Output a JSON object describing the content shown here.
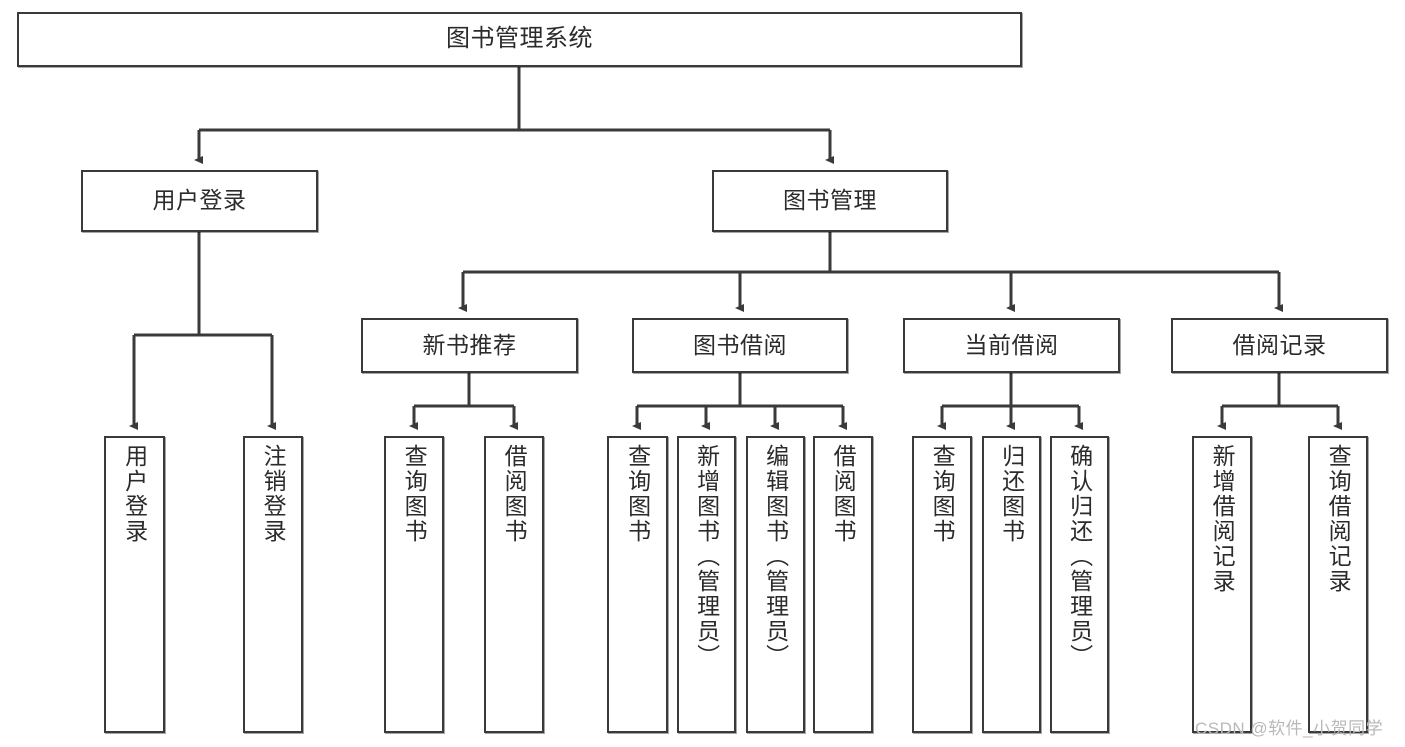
{
  "diagram": {
    "type": "tree-hierarchy-chart",
    "title_node": {
      "label": "图书管理系统"
    },
    "level2": [
      {
        "id": "user-login",
        "label": "用户登录"
      },
      {
        "id": "book-management",
        "label": "图书管理"
      }
    ],
    "level3": [
      {
        "id": "new-book-recommend",
        "label": "新书推荐"
      },
      {
        "id": "book-borrow",
        "label": "图书借阅"
      },
      {
        "id": "current-borrow",
        "label": "当前借阅"
      },
      {
        "id": "borrow-record",
        "label": "借阅记录"
      }
    ],
    "leaves": {
      "user_login": [
        {
          "id": "leaf-user-login",
          "label": "用户登录"
        },
        {
          "id": "leaf-logout-login",
          "label": "注销登录"
        }
      ],
      "new_book_recommend": [
        {
          "id": "leaf-query-book-1",
          "label": "查询图书"
        },
        {
          "id": "leaf-borrow-book-1",
          "label": "借阅图书"
        }
      ],
      "book_borrow": [
        {
          "id": "leaf-query-book-2",
          "label": "查询图书"
        },
        {
          "id": "leaf-add-book",
          "label": "新增图书（管理员）"
        },
        {
          "id": "leaf-edit-book",
          "label": "编辑图书（管理员）"
        },
        {
          "id": "leaf-borrow-book-2",
          "label": "借阅图书"
        }
      ],
      "current_borrow": [
        {
          "id": "leaf-query-book-3",
          "label": "查询图书"
        },
        {
          "id": "leaf-return-book",
          "label": "归还图书"
        },
        {
          "id": "leaf-confirm-return",
          "label": "确认归还（管理员）"
        }
      ],
      "borrow_record": [
        {
          "id": "leaf-add-borrow-record",
          "label": "新增借阅记录"
        },
        {
          "id": "leaf-query-borrow-record",
          "label": "查询借阅记录"
        }
      ]
    }
  },
  "watermark": {
    "text": "CSDN @软件_小贺同学"
  },
  "colors": {
    "border": "#3a3a3a",
    "text": "#2b2b2b",
    "background": "#ffffff",
    "watermark": "#b9b9b9"
  }
}
